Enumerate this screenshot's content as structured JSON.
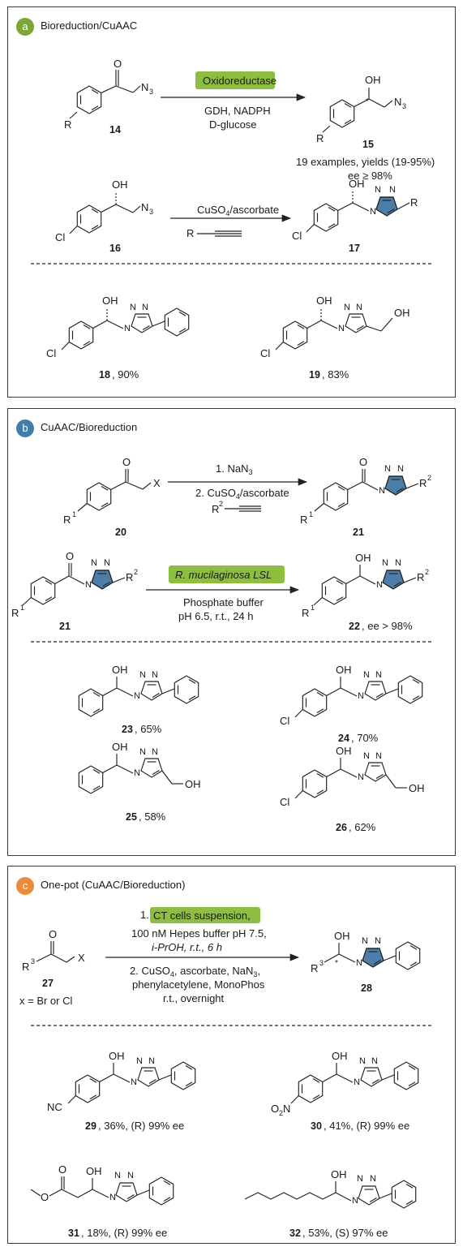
{
  "colors": {
    "a": "#7aa832",
    "b": "#3f7ea8",
    "c": "#ea8a3a",
    "highlight": "#8dbe3f",
    "triazole": "#4d7ea8"
  },
  "panel_a": {
    "badge": "a",
    "title": "Bioreduction/CuAAC",
    "enzyme": "Oxidoreductase",
    "cond1": "GDH, NADPH",
    "cond2": "D-glucose",
    "cmp14": "14",
    "cmp15": "15",
    "cmp16": "16",
    "cmp17": "17",
    "cmp18": "18",
    "cmp19": "19",
    "yield18": ", 90%",
    "yield19": ", 83%",
    "examples": "19 examples, yields (19-95%)",
    "ee": "ee ≥ 98%",
    "reagent2": "CuSO4/ascorbate"
  },
  "panel_b": {
    "badge": "b",
    "title": "CuAAC/Bioreduction",
    "step1": "1. NaN3",
    "step2": "2. CuSO4/ascorbate",
    "cmp20": "20",
    "cmp21": "21",
    "cmp21b": "21",
    "cmp22": "22",
    "ee22": ", ee > 98%",
    "enzyme": "R. mucilaginosa LSL",
    "cond1": "Phosphate buffer",
    "cond2": "pH 6.5, r.t., 24 h",
    "cmp23": "23",
    "cmp24": "24",
    "cmp25": "25",
    "cmp26": "26",
    "yield23": ", 65%",
    "yield24": ", 70%",
    "yield25": ", 58%",
    "yield26": ", 62%"
  },
  "panel_c": {
    "badge": "c",
    "title": "One-pot (CuAAC/Bioreduction)",
    "step1a": "1.",
    "step1b": "CT cells suspension,",
    "cond1": "100 nM Hepes buffer pH 7.5,",
    "cond2": "i-PrOH, r.t., 6 h",
    "cond3": "2. CuSO4, ascorbate, NaN3,",
    "cond4": "phenylacetylene, MonoPhos",
    "cond5": "r.t., overnight",
    "cmp27": "27",
    "xnote": "x = Br or Cl",
    "cmp28": "28",
    "cmp29": "29",
    "cmp30": "30",
    "cmp31": "31",
    "cmp32": "32",
    "res29": ", 36%, (R) 99% ee",
    "res30": ", 41%, (R) 99% ee",
    "res31": ", 18%, (R) 99% ee",
    "res32": ", 53%, (S) 97% ee"
  }
}
